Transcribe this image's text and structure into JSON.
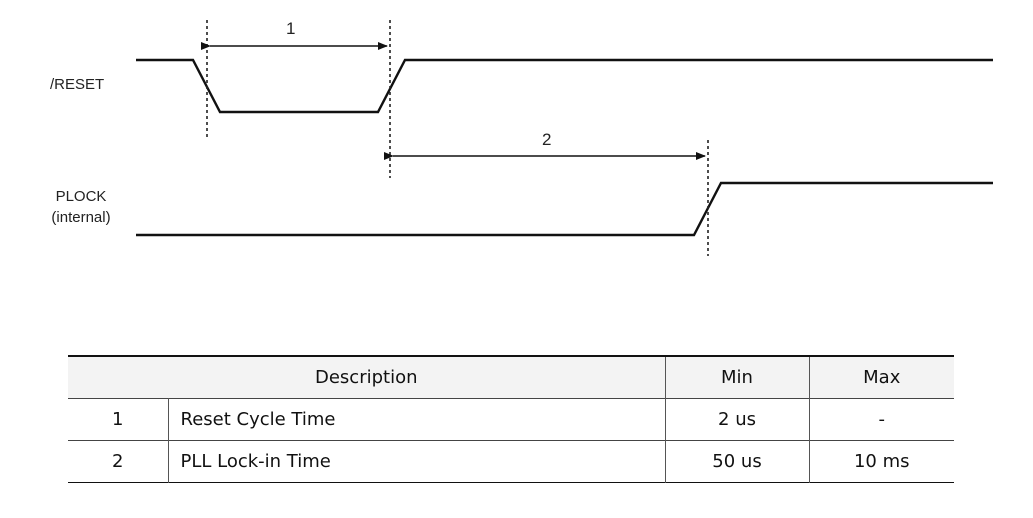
{
  "diagram": {
    "signals": [
      {
        "id": "reset",
        "label": "/RESET"
      },
      {
        "id": "plock",
        "label_line1": "PLOCK",
        "label_line2": "(internal)"
      }
    ],
    "markers": [
      {
        "id": "1",
        "label": "1"
      },
      {
        "id": "2",
        "label": "2"
      }
    ]
  },
  "table": {
    "headers": {
      "description": "Description",
      "min": "Min",
      "max": "Max"
    },
    "rows": [
      {
        "id": "1",
        "description": "Reset Cycle Time",
        "min": "2 us",
        "max": "-"
      },
      {
        "id": "2",
        "description": "PLL Lock-in Time",
        "min": "50 us",
        "max": "10 ms"
      }
    ]
  },
  "colors": {
    "waveform": "#111111",
    "guide_line": "#222222",
    "header_bg": "#f3f3f3"
  }
}
